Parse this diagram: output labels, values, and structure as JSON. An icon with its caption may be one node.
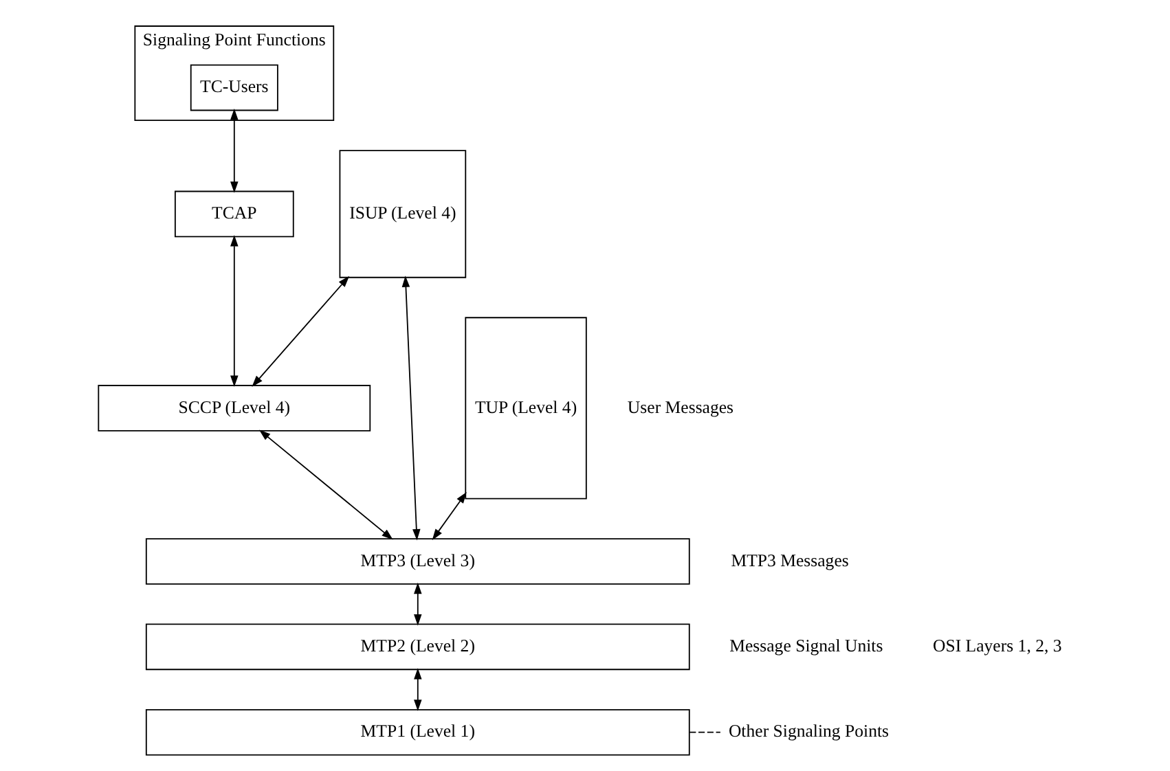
{
  "diagram": {
    "nodes": [
      {
        "text": [
          "Signaling Point Functions"
        ]
      },
      {
        "text": [
          "TC-Users"
        ],
        "in": 0
      },
      {
        "text": [
          "ISUP (Level 4)"
        ]
      },
      {
        "text": [
          "TUP (Level 4)"
        ]
      },
      {
        "text": [
          "TCAP"
        ]
      },
      {
        "text": [
          "SCCP (Level 4)"
        ]
      },
      {
        "text": [
          "MTP3 (Level 3)"
        ]
      },
      {
        "text": [
          "MTP2 (Level 2)"
        ]
      },
      {
        "text": [
          "MTP1 (Level 1)"
        ]
      },
      {
        "text": [
          "Other Signaling Points"
        ]
      }
    ],
    "edges": [
      {
        "from": 1,
        "to": 4,
        "arrow": "both"
      },
      {
        "from": 4,
        "to": 5,
        "arrow": "both"
      },
      {
        "from": 2,
        "to": 5,
        "arrow": "both"
      },
      {
        "from": 5,
        "to": 6,
        "arrow": "both"
      },
      {
        "from": 2,
        "to": 6,
        "arrow": "both"
      },
      {
        "from": 3,
        "to": 6,
        "arrow": "both"
      },
      {
        "from": 6,
        "to": 7,
        "arrow": "both"
      },
      {
        "from": 7,
        "to": 8,
        "arrow": "both"
      },
      {
        "from": 8,
        "to": 9,
        "arrow": "none",
        "style": "dashed"
      }
    ],
    "labels": [
      "User Messages",
      "MTP3 Messages",
      "Message Signal Units",
      "OSI Layers 1, 2, 3"
    ]
  }
}
